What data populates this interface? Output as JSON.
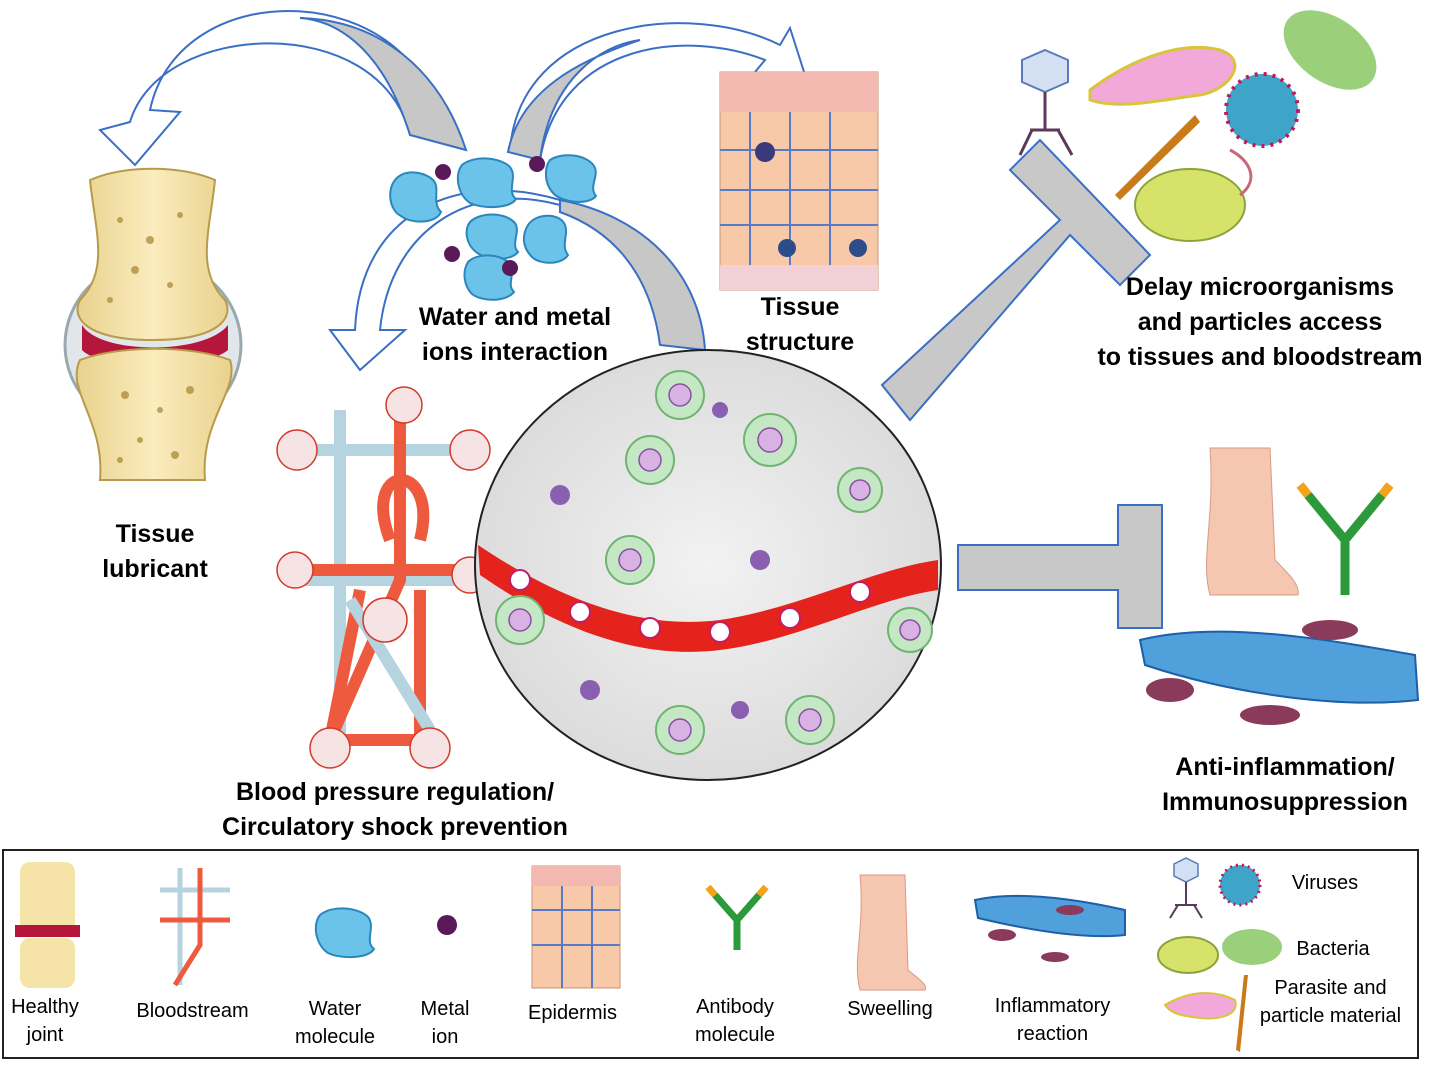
{
  "labels": {
    "water_ions": [
      "Water and metal",
      "ions interaction"
    ],
    "tissue_lubricant": [
      "Tissue",
      "lubricant"
    ],
    "tissue_structure": [
      "Tissue",
      "structure"
    ],
    "delay": [
      "Delay microorganisms",
      "and particles access",
      "to tissues and bloodstream"
    ],
    "blood_pressure": [
      "Blood pressure regulation/",
      "Circulatory shock prevention"
    ],
    "anti_inflammation": [
      "Anti-inflammation/",
      "Immunosuppression"
    ]
  },
  "legend": {
    "healthy_joint": [
      "Healthy",
      "joint"
    ],
    "bloodstream": "Bloodstream",
    "water_molecule": [
      "Water",
      "molecule"
    ],
    "metal_ion": [
      "Metal",
      "ion"
    ],
    "epidermis": "Epidermis",
    "antibody": [
      "Antibody",
      "molecule"
    ],
    "swelling": "Sweelling",
    "inflammatory": [
      "Inflammatory",
      "reaction"
    ],
    "viruses": "Viruses",
    "bacteria": "Bacteria",
    "parasite": [
      "Parasite and",
      "particle material"
    ]
  },
  "colors": {
    "arrow_outline": "#3a6fc4",
    "arrow_fill": "#c9c9c9",
    "water": "#6cc3ea",
    "metal_ion": "#5a1a5a",
    "artery": "#ee5a3e",
    "vein": "#b6d3e0",
    "bone": "#f6e3a8",
    "cartilage": "#b5163c"
  }
}
